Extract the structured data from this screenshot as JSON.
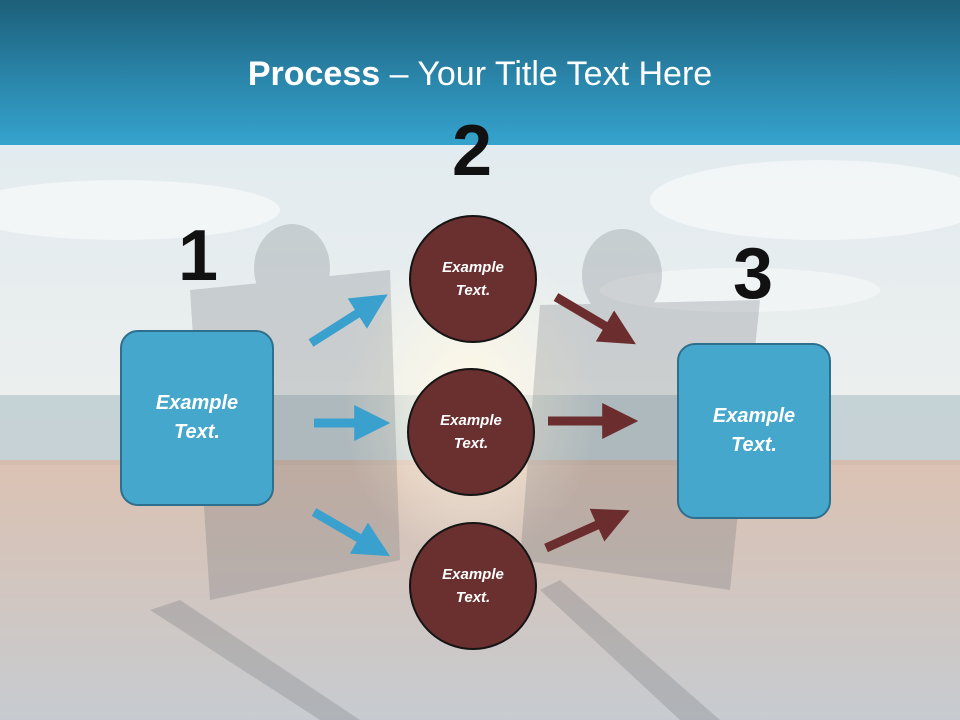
{
  "title": {
    "bold": "Process",
    "rest": " – Your Title Text Here"
  },
  "steps": [
    {
      "number": "1",
      "label": "Example\nText."
    },
    {
      "number": "2",
      "label": "Example\nText."
    },
    {
      "number": "3",
      "label": "Example\nText."
    }
  ],
  "circles": [
    {
      "label": "Example\nText."
    },
    {
      "label": "Example\nText."
    },
    {
      "label": "Example\nText."
    }
  ],
  "colors": {
    "header": "#2a86ab",
    "box": "#46a7cd",
    "circle": "#6a2f2f",
    "arrow_blue": "#3aa1cf",
    "arrow_red": "#6b2d2d"
  }
}
